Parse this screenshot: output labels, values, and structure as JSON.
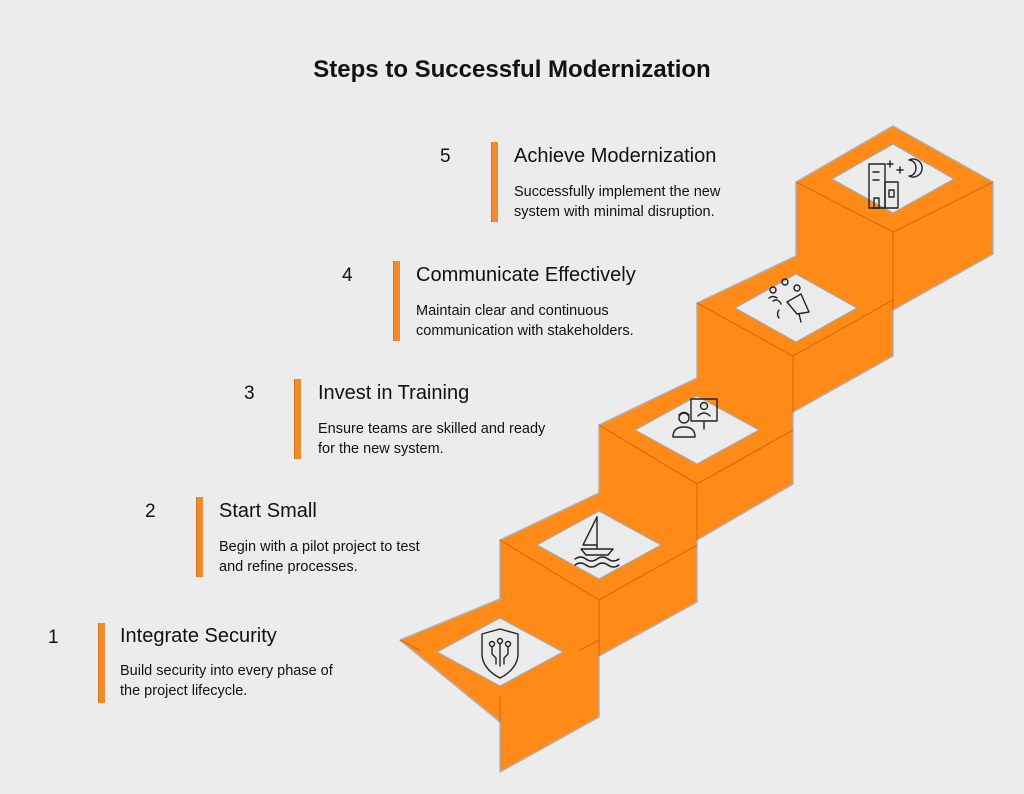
{
  "title": "Steps to Successful Modernization",
  "colors": {
    "accent": "#ff8a17",
    "accent_dark": "#e8730f",
    "tile": "#ebebeb",
    "bar": "#f28a2a"
  },
  "steps": [
    {
      "num": "1",
      "title": "Integrate Security",
      "desc": "Build security into every phase of\nthe project lifecycle.",
      "icon": "shield-circuit-icon"
    },
    {
      "num": "2",
      "title": "Start Small",
      "desc": "Begin with a pilot project to test\nand refine processes.",
      "icon": "sailboat-icon"
    },
    {
      "num": "3",
      "title": "Invest in Training",
      "desc": "Ensure teams are skilled and ready\nfor the new system.",
      "icon": "training-presentation-icon"
    },
    {
      "num": "4",
      "title": "Communicate Effectively",
      "desc": "Maintain clear and continuous\ncommunication with stakeholders.",
      "icon": "megaphone-people-icon"
    },
    {
      "num": "5",
      "title": "Achieve Modernization",
      "desc": "Successfully implement the new\nsystem with minimal disruption.",
      "icon": "city-night-icon"
    }
  ]
}
